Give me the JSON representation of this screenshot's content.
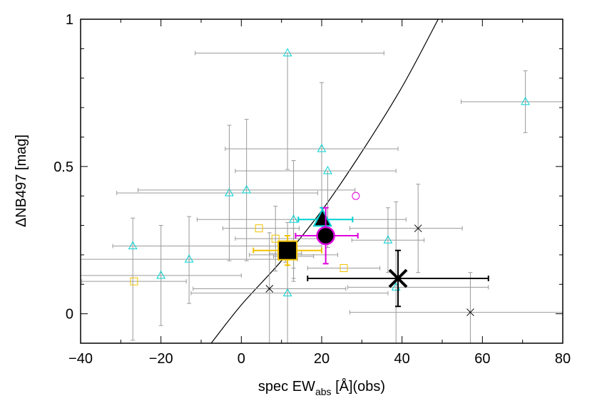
{
  "chart_data": {
    "type": "scatter",
    "title": "",
    "xlabel": {
      "main": "spec EW",
      "sub": "abs",
      "rest": " [Å](obs)"
    },
    "ylabel": "ΔNB497 [mag]",
    "xlim": [
      -40,
      80
    ],
    "ylim": [
      -0.1,
      1.0
    ],
    "x_ticks": [
      -40,
      -20,
      0,
      20,
      40,
      60,
      80
    ],
    "x_tick_labels": [
      "−40",
      "−20",
      "0",
      "20",
      "40",
      "60",
      "80"
    ],
    "y_ticks": [
      0,
      0.5,
      1
    ],
    "y_tick_labels": [
      "0",
      "0.5",
      "1"
    ],
    "grid": false,
    "colors": {
      "cyan": "#00d0d0",
      "gold": "#f2c200",
      "magenta": "#dd00dd",
      "black": "#000000",
      "errorbar": "#9a9a9a",
      "curve": "#000000"
    },
    "curve": {
      "description_free": true,
      "points": [
        [
          -7.5,
          -0.1
        ],
        [
          0,
          0.03
        ],
        [
          10,
          0.18
        ],
        [
          20,
          0.35
        ],
        [
          30,
          0.55
        ],
        [
          40,
          0.77
        ],
        [
          49,
          1.0
        ]
      ]
    },
    "series": [
      {
        "marker": "triangle-open",
        "color": "cyan",
        "points": [
          {
            "x": 11.5,
            "y": 0.885,
            "xerr": [
              23,
              24
            ],
            "yerr": [
              0.395,
              0.0
            ]
          },
          {
            "x": 70.7,
            "y": 0.72,
            "xerr": [
              16,
              17
            ],
            "yerr": [
              0.105,
              0.105
            ]
          },
          {
            "x": 20,
            "y": 0.56,
            "xerr": [
              24,
              19
            ],
            "yerr": [
              0.24,
              0.225
            ]
          },
          {
            "x": 21.5,
            "y": 0.485,
            "xerr": [
              23,
              17
            ],
            "yerr": [
              0.26,
              0.0
            ]
          },
          {
            "x": -3,
            "y": 0.41,
            "xerr": [
              28,
              22
            ],
            "yerr": [
              0.23,
              0.23
            ]
          },
          {
            "x": 1.3,
            "y": 0.42,
            "xerr": [
              27,
              27
            ],
            "yerr": [
              0.24,
              0.24
            ]
          },
          {
            "x": -27,
            "y": 0.23,
            "xerr": [
              5,
              47
            ],
            "yerr": [
              0.32,
              0.095
            ]
          },
          {
            "x": -20,
            "y": 0.13,
            "xerr": [
              20,
              20
            ],
            "yerr": [
              0.17,
              0.17
            ]
          },
          {
            "x": -13,
            "y": 0.185,
            "xerr": [
              27,
              27
            ],
            "yerr": [
              0.15,
              0.145
            ]
          },
          {
            "x": 13,
            "y": 0.32,
            "xerr": [
              24,
              28
            ],
            "yerr": [
              0.2,
              0.2
            ]
          },
          {
            "x": 11.5,
            "y": 0.07,
            "xerr": [
              24,
              25
            ],
            "yerr": [
              0.24,
              0.24
            ]
          },
          {
            "x": 38.5,
            "y": 0.09,
            "xerr": [
              12,
              23
            ],
            "yerr": [
              0.29,
              0.29
            ]
          },
          {
            "x": 36.5,
            "y": 0.25,
            "xerr": [
              9,
              9
            ],
            "yerr": [
              0.11,
              0.11
            ]
          }
        ]
      },
      {
        "marker": "square-open",
        "color": "gold",
        "points": [
          {
            "x": -26.7,
            "y": 0.11,
            "xerr": [
              13,
              13
            ],
            "yerr": [
              0.0,
              0.0
            ]
          },
          {
            "x": 4.4,
            "y": 0.29,
            "xerr": [
              9,
              10
            ],
            "yerr": [
              0.0,
              0.0
            ]
          },
          {
            "x": 8.5,
            "y": 0.255,
            "xerr": [
              10,
              11
            ],
            "yerr": [
              0.11,
              0.11
            ]
          },
          {
            "x": 11,
            "y": 0.205,
            "xerr": [
              4,
              4
            ],
            "yerr": [
              0.03,
              0.03
            ]
          },
          {
            "x": 13,
            "y": 0.2,
            "xerr": [
              11,
              11
            ],
            "yerr": [
              0.09,
              0.09
            ]
          },
          {
            "x": 25.5,
            "y": 0.155,
            "xerr": [
              9,
              9
            ],
            "yerr": [
              0.0,
              0.0
            ]
          }
        ]
      },
      {
        "marker": "circle-open",
        "color": "magenta",
        "points": [
          {
            "x": 13,
            "y": 0.195,
            "xerr": [
              5,
              5
            ],
            "yerr": [
              0.04,
              0.04
            ]
          },
          {
            "x": 28.5,
            "y": 0.4,
            "xerr": [
              0,
              0
            ],
            "yerr": [
              0,
              0
            ]
          }
        ]
      },
      {
        "marker": "x",
        "color": "black",
        "points": [
          {
            "x": 7,
            "y": 0.085,
            "xerr": [
              19,
              19
            ],
            "yerr": [
              0.19,
              0.19
            ]
          },
          {
            "x": 44,
            "y": 0.29,
            "xerr": [
              17,
              11
            ],
            "yerr": [
              0.15,
              0.15
            ]
          },
          {
            "x": 57,
            "y": 0.005,
            "xerr": [
              30,
              23
            ],
            "yerr": [
              0.135,
              0.135
            ]
          }
        ]
      },
      {
        "marker": "filled-square-large",
        "color": "black",
        "edge": "gold",
        "points": [
          {
            "x": 11.5,
            "y": 0.215,
            "xerr": [
              8.5,
              8.5
            ],
            "yerr": [
              0.05,
              0.05
            ]
          }
        ]
      },
      {
        "marker": "filled-triangle-large",
        "color": "black",
        "edge": "cyan",
        "points": [
          {
            "x": 20.2,
            "y": 0.32,
            "xerr": [
              6,
              7.5
            ],
            "yerr": [
              0.04,
              0.04
            ]
          }
        ]
      },
      {
        "marker": "filled-circle-large",
        "color": "black",
        "edge": "magenta",
        "points": [
          {
            "x": 21,
            "y": 0.265,
            "xerr": [
              7.5,
              8
            ],
            "yerr": [
              0.095,
              0.095
            ]
          }
        ]
      },
      {
        "marker": "x-large",
        "color": "black",
        "points": [
          {
            "x": 39,
            "y": 0.12,
            "xerr": [
              22.5,
              22.5
            ],
            "yerr": [
              0.095,
              0.095
            ]
          }
        ]
      }
    ]
  }
}
